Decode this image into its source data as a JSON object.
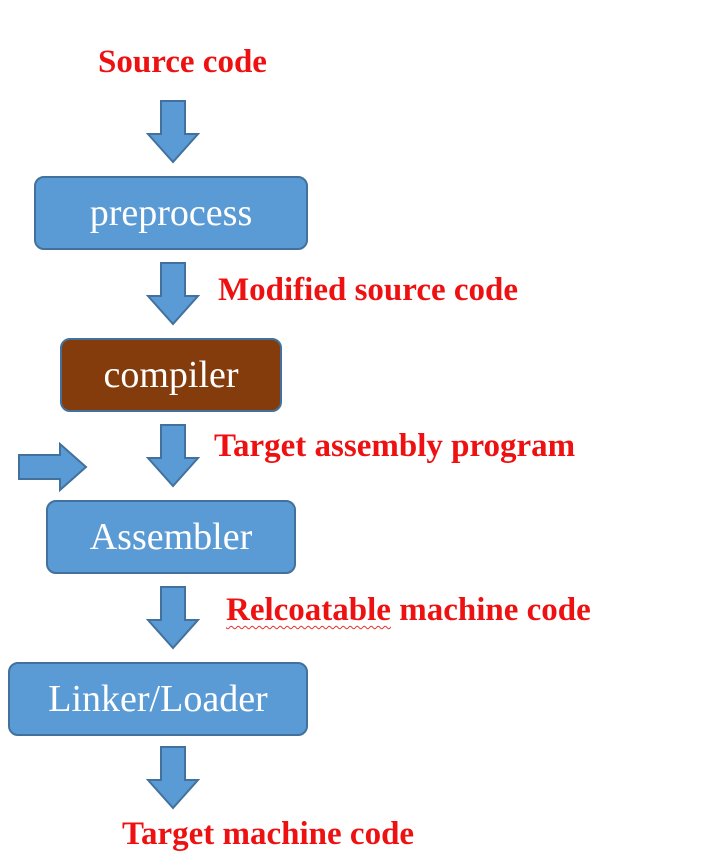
{
  "labels": {
    "source": "Source code",
    "modified": "Modified source code",
    "target_asm": "Target assembly program",
    "reloc_word": "Relcoatable",
    "reloc_rest": " machine code",
    "target_machine": "Target machine code"
  },
  "boxes": {
    "preprocess": "preprocess",
    "compiler": "compiler",
    "assembler": "Assembler",
    "linker": "Linker/Loader"
  },
  "colors": {
    "label_red": "#ee1111",
    "box_blue": "#5b9bd5",
    "box_brown": "#843c0c",
    "box_border": "#41719c",
    "arrow_fill": "#5b9bd5"
  }
}
